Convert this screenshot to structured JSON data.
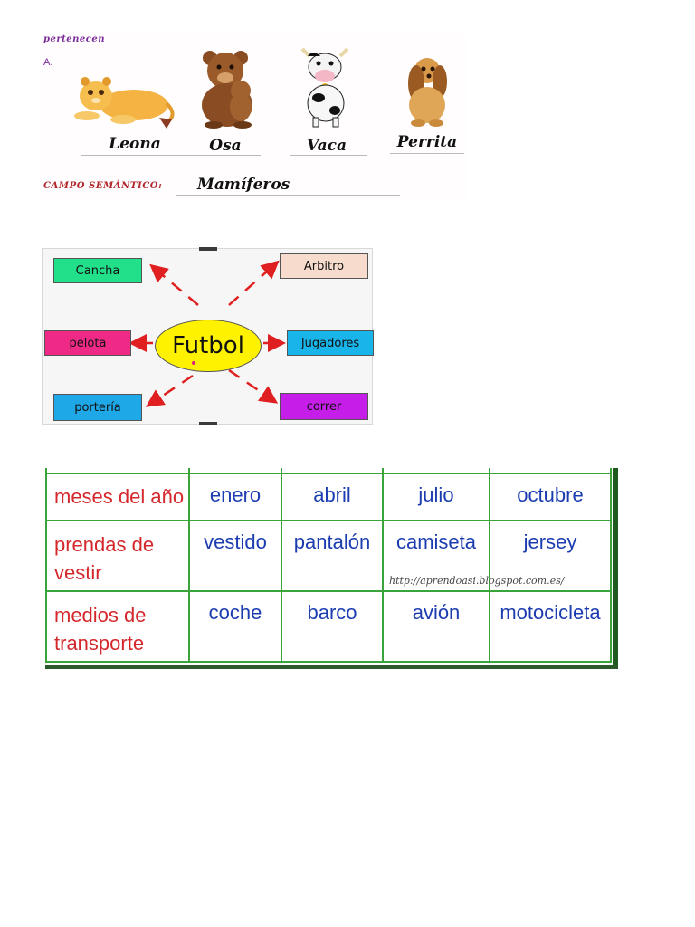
{
  "section1": {
    "heading": "pertenecen",
    "item_label": "A.",
    "animals": [
      {
        "label": "Leona",
        "icon": "lioness-icon"
      },
      {
        "label": "Osa",
        "icon": "bear-icon"
      },
      {
        "label": "Vaca",
        "icon": "cow-icon"
      },
      {
        "label": "Perrita",
        "icon": "dog-icon"
      }
    ],
    "campo_label": "CAMPO SEMÁNTICO:",
    "campo_value": "Mamíferos"
  },
  "section2": {
    "center": "Futbol",
    "nodes": [
      {
        "label": "Cancha",
        "color": "#22e08a"
      },
      {
        "label": "Arbitro",
        "color": "#f7dccd"
      },
      {
        "label": "pelota",
        "color": "#ef2a86"
      },
      {
        "label": "Jugadores",
        "color": "#19b4ea"
      },
      {
        "label": "portería",
        "color": "#1fa8e8"
      },
      {
        "label": "correr",
        "color": "#c51ee8"
      }
    ],
    "arrow_color": "#e02020"
  },
  "section3": {
    "rows": [
      {
        "category": "meses del año",
        "words": [
          "enero",
          "abril",
          "julio",
          "octubre"
        ]
      },
      {
        "category": "prendas de vestir",
        "words": [
          "vestido",
          "pantalón",
          "camiseta",
          "jersey"
        ]
      },
      {
        "category": "medios de transporte",
        "words": [
          "coche",
          "barco",
          "avión",
          "motocicleta"
        ]
      }
    ],
    "watermark": "http://aprendoasi.blogspot.com.es/"
  }
}
